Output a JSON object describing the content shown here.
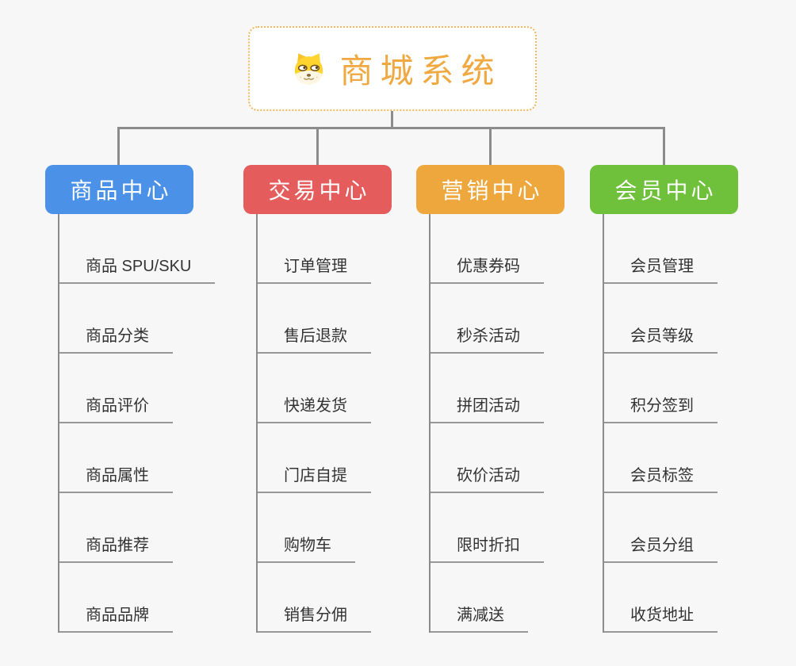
{
  "colors": {
    "background": "#f7f7f7",
    "connector": "#8c8c8c",
    "underline": "#979797",
    "text": "#333333",
    "root_accent": "#f0a841",
    "root_border": "#f4b45c"
  },
  "root": {
    "title": "商城系统",
    "icon": "dog-face-icon"
  },
  "columns": [
    {
      "label": "商品中心",
      "color": "#4a91e7",
      "items": [
        "商品 SPU/SKU",
        "商品分类",
        "商品评价",
        "商品属性",
        "商品推荐",
        "商品品牌"
      ]
    },
    {
      "label": "交易中心",
      "color": "#e55c5c",
      "items": [
        "订单管理",
        "售后退款",
        "快递发货",
        "门店自提",
        "购物车",
        "销售分佣"
      ]
    },
    {
      "label": "营销中心",
      "color": "#eea73c",
      "items": [
        "优惠券码",
        "秒杀活动",
        "拼团活动",
        "砍价活动",
        "限时折扣",
        "满减送"
      ]
    },
    {
      "label": "会员中心",
      "color": "#6fc13c",
      "items": [
        "会员管理",
        "会员等级",
        "积分签到",
        "会员标签",
        "会员分组",
        "收货地址"
      ]
    }
  ]
}
